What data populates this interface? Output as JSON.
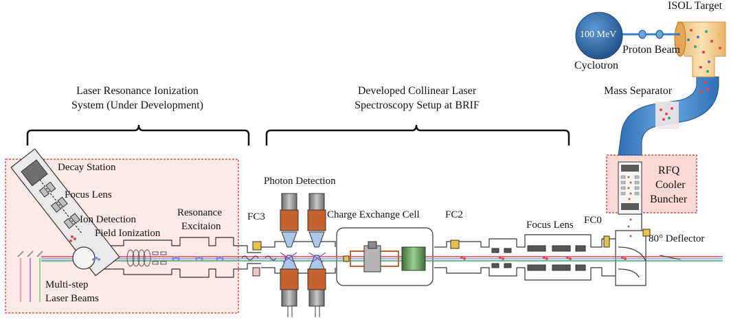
{
  "labels": {
    "lris_title_line1": "Laser Resonance Ionization",
    "lris_title_line2": "System (Under Development)",
    "clss_title_line1": "Developed Collinear Laser",
    "clss_title_line2": "Spectroscopy Setup at BRIF",
    "isol_target": "ISOL Target",
    "cyclotron_energy": "100 MeV",
    "proton_beam": "Proton Beam",
    "cyclotron": "Cyclotron",
    "mass_separator": "Mass Separator",
    "decay_station": "Decay Station",
    "focus_lens_left": "Focus Lens",
    "ion_detection": "Ion Detection",
    "field_ionization": "Field Ionization",
    "resonance": "Resonance",
    "excitation": "Excitaion",
    "photon_detection": "Photon Detection",
    "fc3": "FC3",
    "charge_exchange_cell": "Charge Exchange Cell",
    "fc2": "FC2",
    "focus_lens_right": "Focus Lens",
    "fc0": "FC0",
    "rfq_line1": "RFQ",
    "rfq_line2": "Cooler",
    "rfq_line3": "Buncher",
    "deflector": "80° Deflector",
    "laser_line1": "Multi-step",
    "laser_line2": "Laser Beams"
  },
  "colors": {
    "lris_box_fill": "#fde9e6",
    "box_border": "#d9534f",
    "beam_red": "#e4474f",
    "beam_blue": "#7f8fd6",
    "beam_green": "#3aa86a",
    "separator_blue": "#3a7fc4",
    "cyclotron_blue": "#1f5a96",
    "target_tan": "#f2c98a",
    "coil_orange": "#c4632d",
    "detector_gray": "#888888"
  }
}
